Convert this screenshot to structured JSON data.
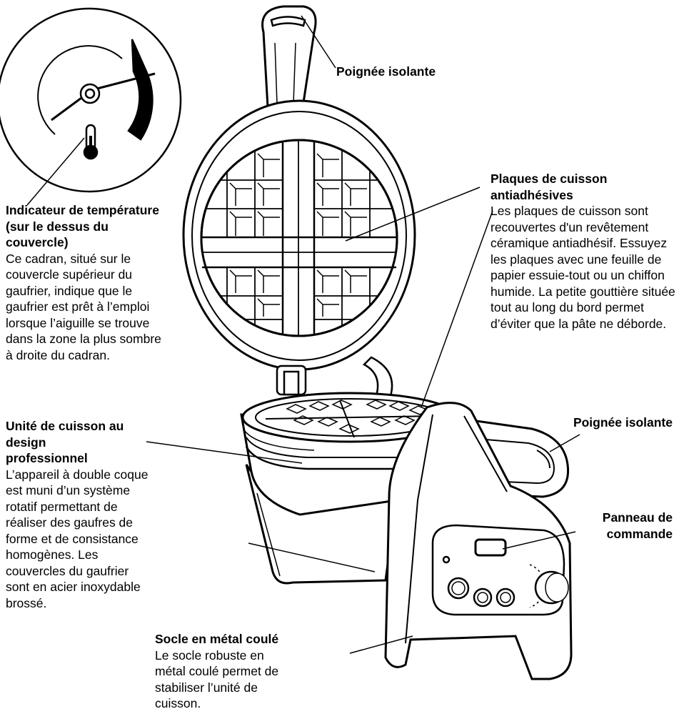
{
  "labels": {
    "handle_top": {
      "title": "Poignée isolante"
    },
    "handle_right": {
      "title": "Poignée isolante"
    },
    "plates": {
      "title": "Plaques de cuisson antiadhésives",
      "text": "Les plaques de cuisson sont recouvertes d'un revêtement céramique antiadhésif. Essuyez les plaques avec une feuille de papier essuie-tout ou un chiffon humide. La petite gouttière située tout au long du bord permet d’éviter que la pâte ne déborde."
    },
    "indicator": {
      "title": "Indicateur de température (sur le dessus du couvercle)",
      "text": "Ce cadran, situé sur le couvercle supérieur du gaufrier, indique que le gaufrier est prêt à l’emploi lorsque l’aiguille se trouve dans la zone la plus sombre à droite du cadran."
    },
    "unit": {
      "title": "Unité de cuisson au design professionnel",
      "text": "L’appareil à double coque est muni d’un système rotatif permettant de réaliser des gaufres de forme et de consistance homogènes. Les couvercles du gaufrier sont en acier inoxydable brossé."
    },
    "panel": {
      "title": "Panneau de commande"
    },
    "base": {
      "title": "Socle en métal coulé",
      "text": "Le socle robuste en métal coulé permet de stabiliser l’unité de cuisson."
    }
  }
}
